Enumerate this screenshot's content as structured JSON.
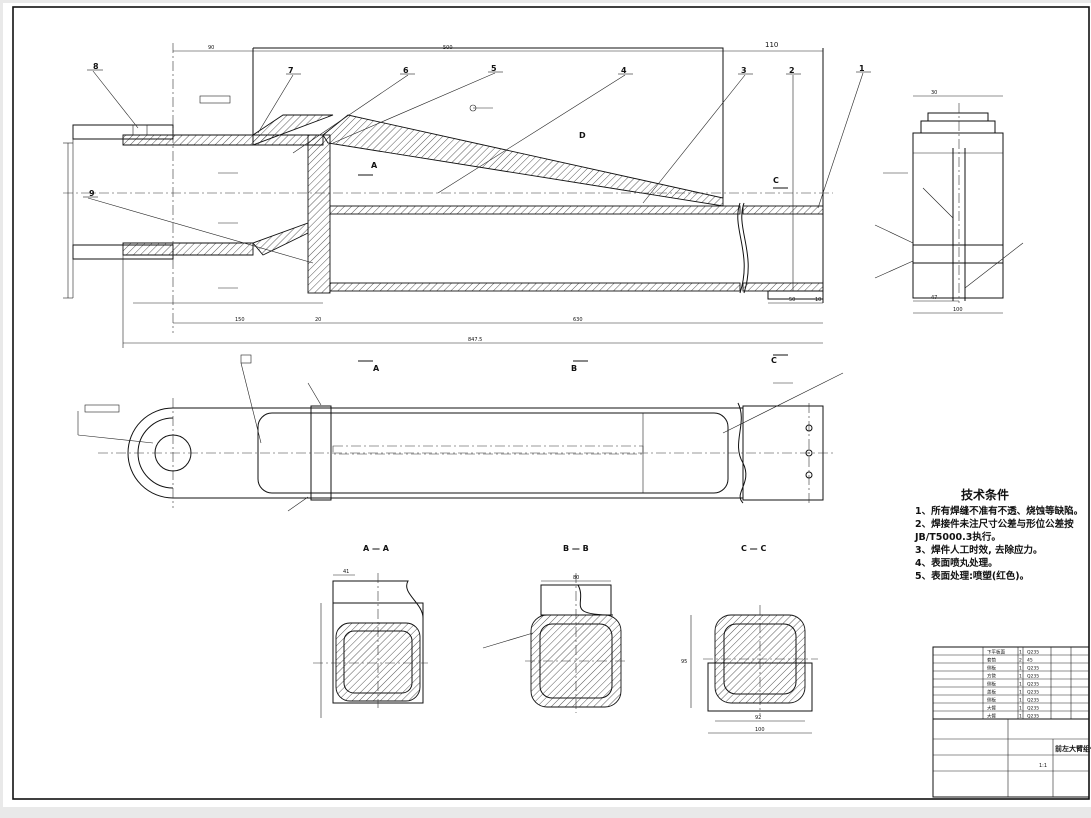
{
  "tech_requirements": {
    "title": "技术条件",
    "items": [
      "1、所有焊缝不准有不透、烧蚀等缺陷。",
      "2、焊接件未注尺寸公差与形位公差按",
      "JB/T5000.3执行。",
      "3、焊件人工时效, 去除应力。",
      "4、表面喷丸处理。",
      "5、表面处理:喷塑(红色)。"
    ]
  },
  "sections": {
    "aa": "A — A",
    "bb": "B — B",
    "cc": "C — C"
  },
  "view_labels": {
    "a": "A",
    "b": "B",
    "c": "C",
    "d": "D"
  },
  "part_numbers": [
    "1",
    "2",
    "3",
    "4",
    "5",
    "6",
    "7",
    "8",
    "9"
  ],
  "dimensions": {
    "d110": "110",
    "d90": "90",
    "d500": "500",
    "d150": "150",
    "d20": "20",
    "d630": "630",
    "d847": "847.5",
    "d50": "50",
    "d10": "10",
    "d30": "30",
    "d47": "47",
    "d100": "100",
    "d41": "41",
    "d80": "80",
    "d95": "95",
    "d92": "92",
    "d100b": "100"
  },
  "bom": {
    "rows": [
      {
        "name": "下平板面",
        "qty": "1",
        "mat": "Q235"
      },
      {
        "name": "套筒",
        "qty": "2",
        "mat": "45"
      },
      {
        "name": "侧板",
        "qty": "1",
        "mat": "Q235"
      },
      {
        "name": "方管",
        "qty": "1",
        "mat": "Q235"
      },
      {
        "name": "侧板",
        "qty": "1",
        "mat": "Q235"
      },
      {
        "name": "盖板",
        "qty": "1",
        "mat": "Q235"
      },
      {
        "name": "侧板",
        "qty": "1",
        "mat": "Q235"
      },
      {
        "name": "大臂",
        "qty": "1",
        "mat": "Q235"
      },
      {
        "name": "大臂",
        "qty": "1",
        "mat": "Q235"
      }
    ],
    "title_text": "前左大臂组件",
    "scale": "1:1"
  }
}
